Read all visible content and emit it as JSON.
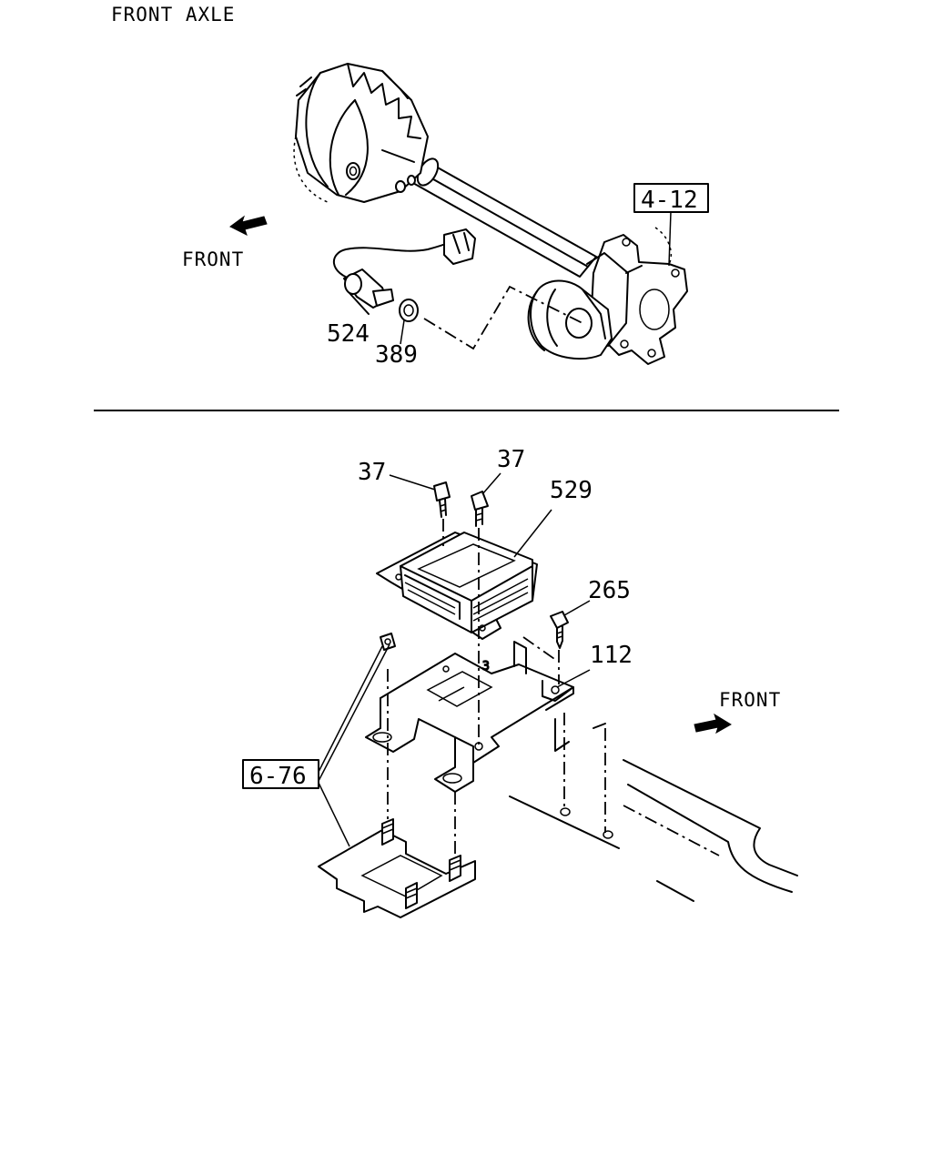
{
  "title": "FRONT AXLE",
  "upper": {
    "front_label": "FRONT",
    "ref_box": "4-12",
    "parts": [
      {
        "id": "sensor",
        "label": "524"
      },
      {
        "id": "washer",
        "label": "389"
      }
    ]
  },
  "lower": {
    "front_label": "FRONT",
    "ref_box": "6-76",
    "parts": [
      {
        "id": "bolt-left",
        "label": "37"
      },
      {
        "id": "bolt-right",
        "label": "37"
      },
      {
        "id": "control-unit",
        "label": "529"
      },
      {
        "id": "screw",
        "label": "265"
      },
      {
        "id": "bracket",
        "label": "112"
      }
    ]
  },
  "colors": {
    "ink": "#000000",
    "paper": "#ffffff"
  },
  "icons": [
    "front-arrow-icon",
    "front-arrow-icon"
  ]
}
